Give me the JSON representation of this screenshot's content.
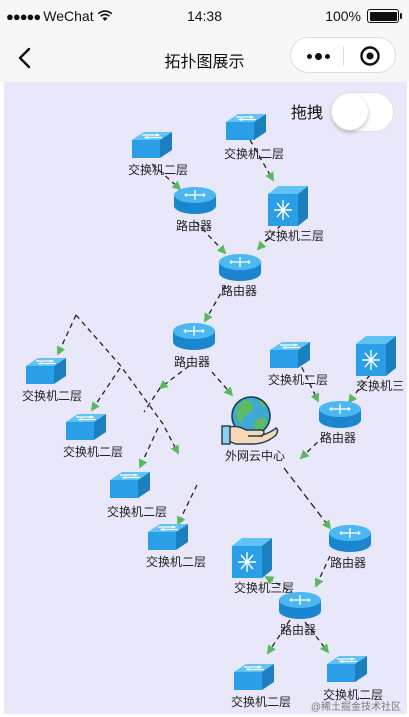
{
  "status_bar": {
    "signal": "●●●●●",
    "carrier": "WeChat",
    "time": "14:38",
    "battery": "100%"
  },
  "nav": {
    "title": "拓扑图展示"
  },
  "drag_toggle": {
    "label": "拖拽",
    "enabled": false
  },
  "nodes": {
    "sw_a": "交换机二层",
    "sw_b": "交换机二层",
    "rt_a": "路由器",
    "sw3_a": "交换机三层",
    "rt_b": "路由器",
    "rt_c": "路由器",
    "sw_c": "交换机二层",
    "sw_d": "交换机二层",
    "sw_e": "交换机二层",
    "sw_f": "交换机二层",
    "cloud": "外网云中心",
    "sw_g": "交换机二层",
    "sw3_b": "交换机三",
    "rt_d": "路由器",
    "rt_e": "路由器",
    "sw3_c": "交换机三层",
    "rt_f": "路由器",
    "sw_h": "交换机二层",
    "sw_i": "交换机二层"
  },
  "watermark": "@稀土掘金技术社区",
  "colors": {
    "canvas_bg": "#e8e8fa",
    "device_blue": "#2a9ee6",
    "arrow_green": "#5cb85c",
    "link_dark": "#222222"
  }
}
